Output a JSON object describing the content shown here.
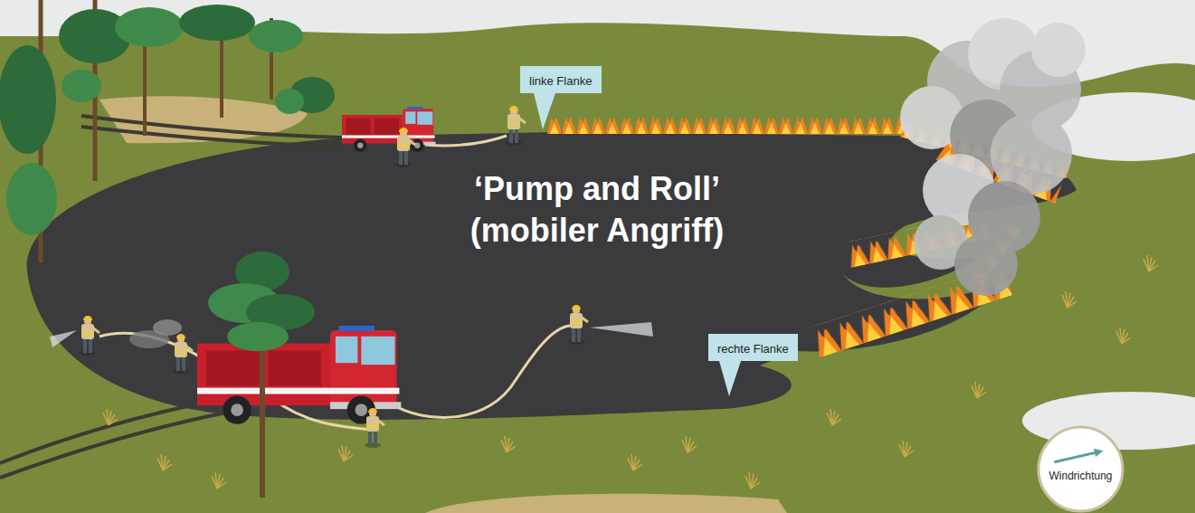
{
  "diagram": {
    "title": "‘Pump and Roll’ (mobiler Angriff)",
    "nodes": [
      {
        "text": [
          "linke Flanke"
        ]
      },
      {
        "text": [
          "rechte Flanke"
        ]
      },
      {
        "text": [
          "Windrichtung"
        ]
      }
    ]
  }
}
